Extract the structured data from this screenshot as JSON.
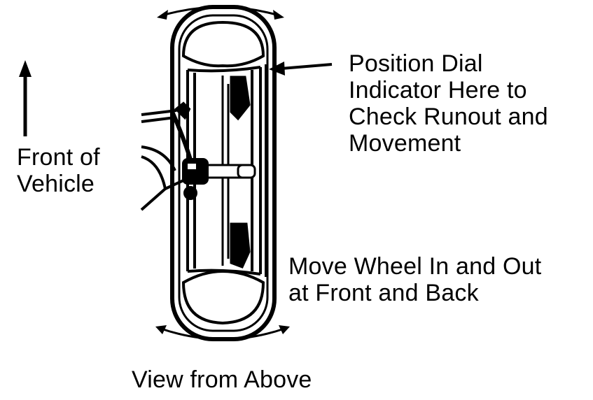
{
  "labels": {
    "front": [
      "Front of",
      "Vehicle"
    ],
    "dial": [
      "Position Dial",
      "Indicator Here to",
      "Check Runout and",
      "Movement"
    ],
    "move": [
      "Move Wheel In and Out",
      "at Front and Back"
    ],
    "view": "View from Above"
  },
  "colors": {
    "ink": "#000000",
    "paper": "#ffffff"
  }
}
